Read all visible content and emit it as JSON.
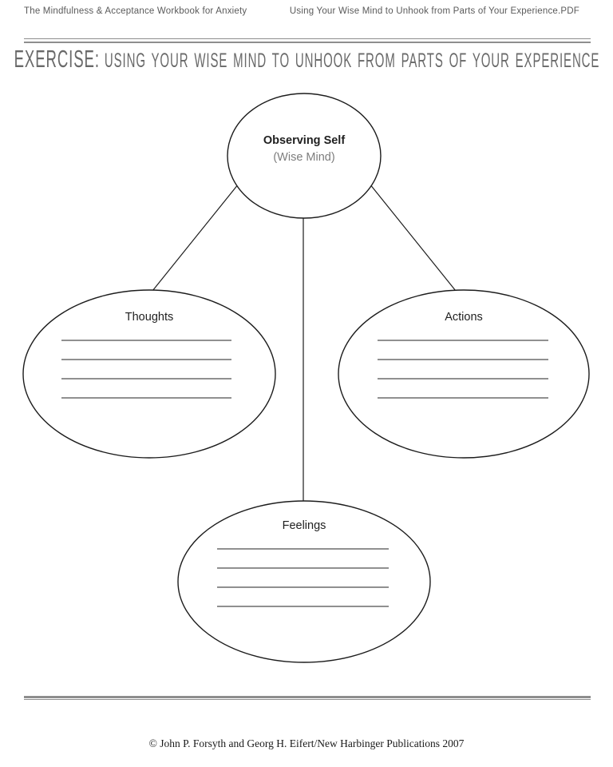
{
  "header": {
    "left": "The Mindfulness & Acceptance Workbook for Anxiety",
    "right": "Using Your Wise Mind to Unhook from Parts of Your Experience.PDF"
  },
  "title": {
    "prefix": "EXERCISE:",
    "rest": "USING YOUR WISE MIND TO UNHOOK FROM PARTS OF YOUR EXPERIENCE"
  },
  "diagram": {
    "type": "mind-map",
    "root": {
      "label": "Observing Self",
      "sublabel": "(Wise Mind)"
    },
    "branches": [
      {
        "label": "Thoughts",
        "blank_lines": 4
      },
      {
        "label": "Actions",
        "blank_lines": 4
      },
      {
        "label": "Feelings",
        "blank_lines": 4
      }
    ],
    "edges": [
      {
        "from": "Observing Self (Wise Mind)",
        "to": "Thoughts"
      },
      {
        "from": "Observing Self (Wise Mind)",
        "to": "Feelings"
      },
      {
        "from": "Observing Self (Wise Mind)",
        "to": "Actions"
      }
    ]
  },
  "footer": {
    "copyright": "© John P. Forsyth and Georg H. Eifert/New Harbinger Publications 2007"
  },
  "colors": {
    "background": "#ffffff",
    "oval_stroke": "#1c1c1c",
    "double_rule": "#8e8e8e",
    "title_text": "#696969",
    "header_text": "#5a5a5a",
    "body_text": "#1f1f1f",
    "sublabel_text": "#7d7d7d"
  }
}
